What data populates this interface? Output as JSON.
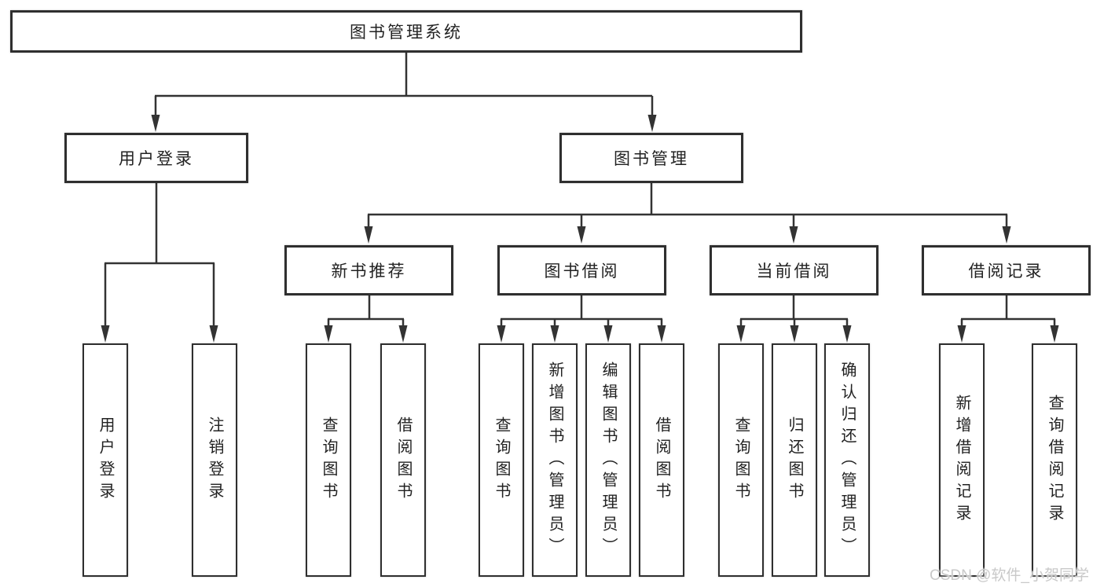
{
  "nodes": {
    "root": "图书管理系统",
    "level2": [
      "用户登录",
      "图书管理"
    ],
    "level3": [
      "新书推荐",
      "图书借阅",
      "当前借阅",
      "借阅记录"
    ],
    "leaves": [
      "用户登录",
      "注销登录",
      "查询图书",
      "借阅图书",
      "查询图书",
      "新增图书（管理员）",
      "编辑图书（管理员）",
      "借阅图书",
      "查询图书",
      "归还图书",
      "确认归还（管理员）",
      "新增借阅记录",
      "查询借阅记录"
    ]
  },
  "watermark": "CSDN @软件_小贺同学",
  "colors": {
    "line": "#333333",
    "text": "#222222",
    "background": "#ffffff",
    "watermark": "#c9c9c9"
  }
}
